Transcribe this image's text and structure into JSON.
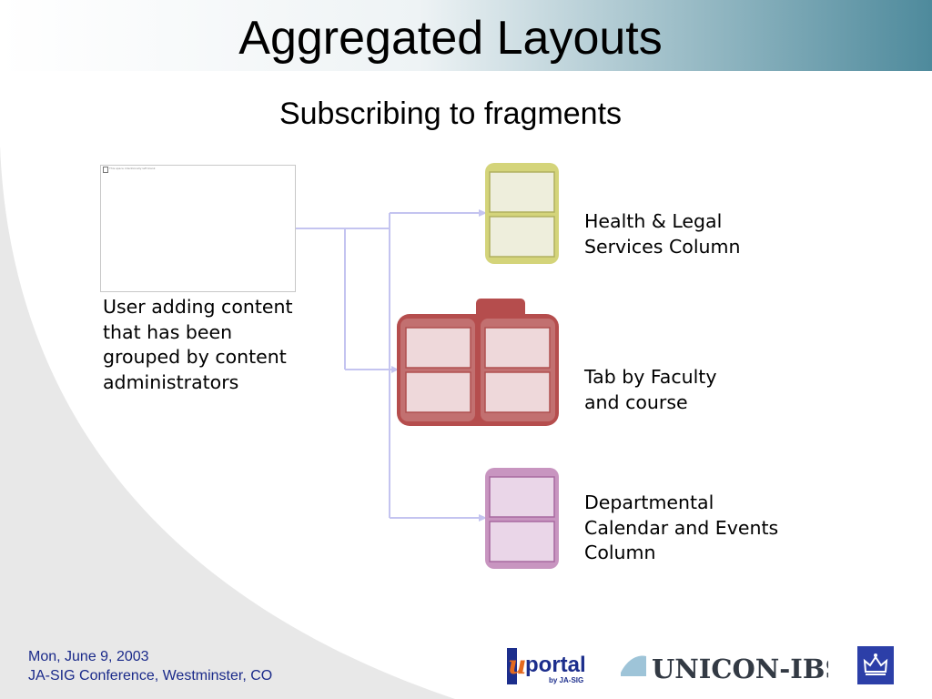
{
  "title": "Aggregated Layouts",
  "subtitle": "Subscribing to fragments",
  "thumbnail": {
    "caption": "This space intentionally left blank"
  },
  "user_label": "User adding content\nthat has been\ngrouped by content\nadministrators",
  "fragments": [
    {
      "label": "Health & Legal\nServices Column",
      "color": "#c8c86a"
    },
    {
      "label": "Tab by Faculty\nand course",
      "color": "#b54d4d"
    },
    {
      "label": "Departmental\nCalendar and Events\nColumn",
      "color": "#c48db8"
    }
  ],
  "footer": {
    "date": "Mon, June 9, 2003",
    "event": "JA-SIG Conference, Westminster, CO"
  },
  "logos": {
    "uportal_prefix": "u",
    "uportal_main": "portal",
    "uportal_by": "by JA-SIG",
    "unicon": "UNICON-IBS"
  },
  "colors": {
    "title_bar_start": "#ffffff",
    "title_bar_end": "#4e8a9c",
    "connector": "#c4c4f0",
    "footer_text": "#1a2a8a"
  }
}
